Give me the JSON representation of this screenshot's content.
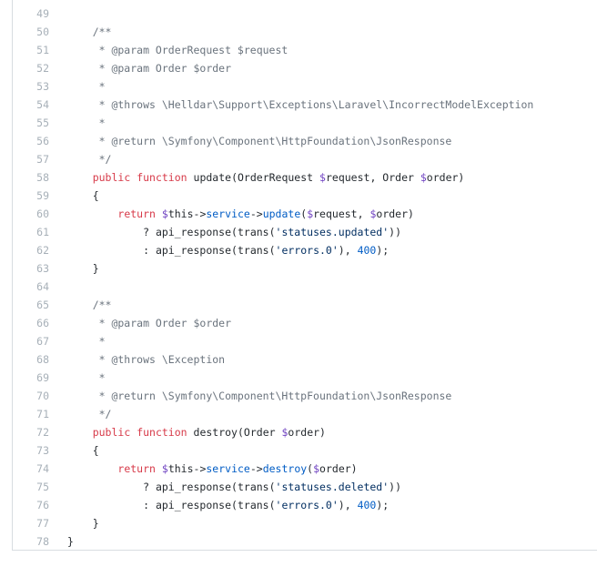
{
  "code": {
    "lines": [
      {
        "num": "49",
        "text": ""
      },
      {
        "num": "50",
        "text": "    /**"
      },
      {
        "num": "51",
        "text": "     * @param OrderRequest $request"
      },
      {
        "num": "52",
        "text": "     * @param Order $order"
      },
      {
        "num": "53",
        "text": "     *"
      },
      {
        "num": "54",
        "text": "     * @throws \\Helldar\\Support\\Exceptions\\Laravel\\IncorrectModelException"
      },
      {
        "num": "55",
        "text": "     *"
      },
      {
        "num": "56",
        "text": "     * @return \\Symfony\\Component\\HttpFoundation\\JsonResponse"
      },
      {
        "num": "57",
        "text": "     */"
      },
      {
        "num": "58",
        "text": "    public function update(OrderRequest $request, Order $order)"
      },
      {
        "num": "59",
        "text": "    {"
      },
      {
        "num": "60",
        "text": "        return $this->service->update($request, $order)"
      },
      {
        "num": "61",
        "text": "            ? api_response(trans('statuses.updated'))"
      },
      {
        "num": "62",
        "text": "            : api_response(trans('errors.0'), 400);"
      },
      {
        "num": "63",
        "text": "    }"
      },
      {
        "num": "64",
        "text": ""
      },
      {
        "num": "65",
        "text": "    /**"
      },
      {
        "num": "66",
        "text": "     * @param Order $order"
      },
      {
        "num": "67",
        "text": "     *"
      },
      {
        "num": "68",
        "text": "     * @throws \\Exception"
      },
      {
        "num": "69",
        "text": "     *"
      },
      {
        "num": "70",
        "text": "     * @return \\Symfony\\Component\\HttpFoundation\\JsonResponse"
      },
      {
        "num": "71",
        "text": "     */"
      },
      {
        "num": "72",
        "text": "    public function destroy(Order $order)"
      },
      {
        "num": "73",
        "text": "    {"
      },
      {
        "num": "74",
        "text": "        return $this->service->destroy($order)"
      },
      {
        "num": "75",
        "text": "            ? api_response(trans('statuses.deleted'))"
      },
      {
        "num": "76",
        "text": "            : api_response(trans('errors.0'), 400);"
      },
      {
        "num": "77",
        "text": "    }"
      },
      {
        "num": "78",
        "text": "}"
      }
    ]
  },
  "colors": {
    "line_number": "#a7b0b8",
    "comment": "#6a737d",
    "keyword": "#d73a49",
    "variable_sigil": "#6f42c1",
    "method": "#005cc5",
    "string": "#032f62",
    "number": "#005cc5",
    "border": "#d8dde1"
  }
}
